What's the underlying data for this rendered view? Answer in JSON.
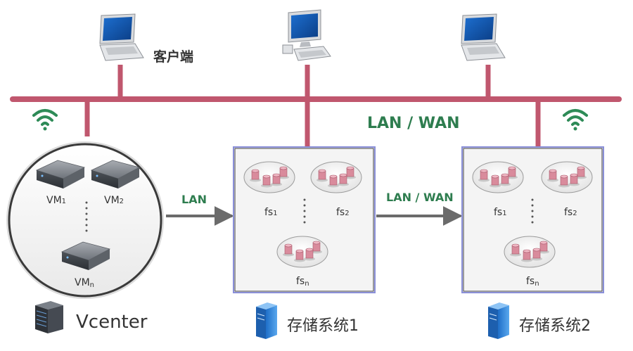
{
  "client_label": "客户端",
  "network_label": "LAN / WAN",
  "lan_link_label": "LAN",
  "wan_link_label": "LAN / WAN",
  "vcenter": {
    "label": "Vcenter",
    "vms": [
      {
        "base": "VM",
        "sub": "1"
      },
      {
        "base": "VM",
        "sub": "2"
      },
      {
        "base": "VM",
        "sub": "n"
      }
    ]
  },
  "storage_systems": [
    {
      "label": "存储系统1",
      "fs": [
        {
          "base": "fs",
          "sub": "1"
        },
        {
          "base": "fs",
          "sub": "2"
        },
        {
          "base": "fs",
          "sub": "n"
        }
      ]
    },
    {
      "label": "存储系统2",
      "fs": [
        {
          "base": "fs",
          "sub": "1"
        },
        {
          "base": "fs",
          "sub": "2"
        },
        {
          "base": "fs",
          "sub": "n"
        }
      ]
    }
  ],
  "colors": {
    "bus": "#c0576e",
    "wifi": "#2e8b57",
    "label_green": "#2e7d4f",
    "box_border": "#8a8fd8",
    "arrow": "#6b6b6b"
  }
}
